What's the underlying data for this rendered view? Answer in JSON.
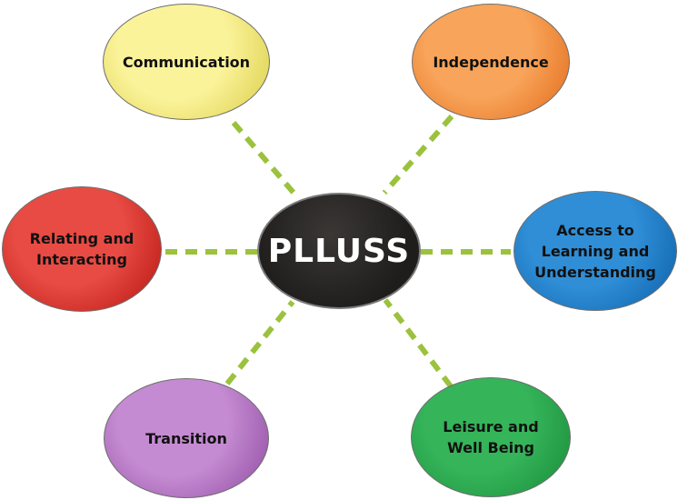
{
  "center": {
    "label": "PLLUSS",
    "color": "#1f1d1c"
  },
  "nodes": [
    {
      "id": "communication",
      "label": "Communication",
      "color": "#fbf39a",
      "shade": "#d9cd47"
    },
    {
      "id": "independence",
      "label": "Independence",
      "color": "#f8a45a",
      "shade": "#e26a18"
    },
    {
      "id": "relating-and-interacting",
      "label": "Relating and\nInteracting",
      "color": "#e84b43",
      "shade": "#b4140f"
    },
    {
      "id": "access-to-learning",
      "label": "Access to\nLearning and\nUnderstanding",
      "color": "#2f8ed6",
      "shade": "#0b5fa8"
    },
    {
      "id": "transition",
      "label": "Transition",
      "color": "#c58bd2",
      "shade": "#8e4aa0"
    },
    {
      "id": "leisure-and-well-being",
      "label": "Leisure and\nWell Being",
      "color": "#35b45a",
      "shade": "#188b37"
    }
  ],
  "connector_color": "#9bc23c"
}
